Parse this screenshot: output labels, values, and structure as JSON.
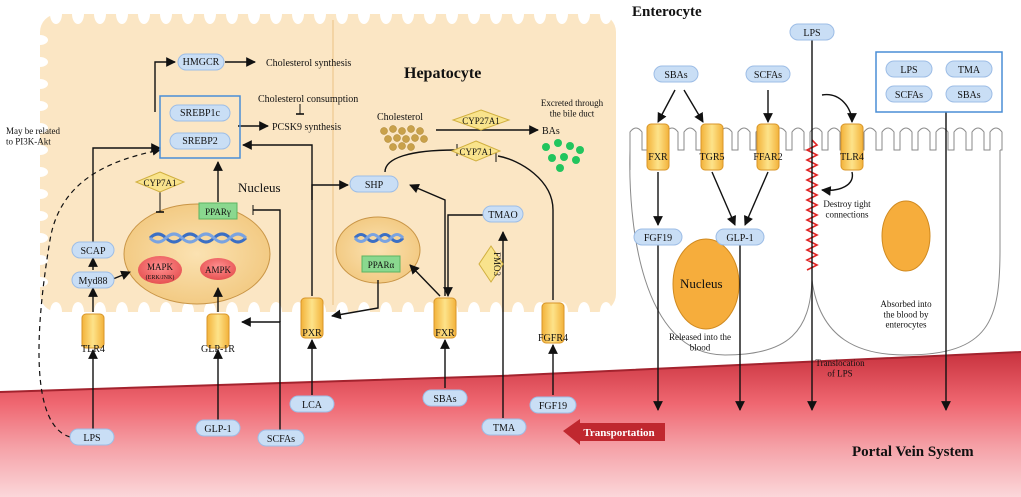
{
  "titles": {
    "hepatocyte": "Hepatocyte",
    "enterocyte": "Enterocyte",
    "portal": "Portal Vein System",
    "nucleus_hep": "Nucleus",
    "nucleus_ent": "Nucleus"
  },
  "hep": {
    "hmgcr": "HMGCR",
    "chol_synth": "Cholesterol synthesis",
    "chol_cons": "Cholesterol consumption",
    "pcsk9": "PCSK9 synthesis",
    "srebp1c": "SREBP1c",
    "srebp2": "SREBP2",
    "pi3k": "May be related\nto PI3K-Akt",
    "cyp7a1_left": "CYP7A1",
    "ppargamma": "PPARγ",
    "mapk": "MAPK",
    "mapk_sub": "(ERK/JNK)",
    "ampk": "AMPK",
    "scap": "SCAP",
    "myd88": "Myd88",
    "tlr4": "TLR4",
    "glp1r": "GLP-1R",
    "pxr": "PXR",
    "shp": "SHP",
    "pparalpha": "PPARα",
    "fxr": "FXR",
    "tmao": "TMAO",
    "fmo3": "FMO3",
    "fgfr4": "FGFR4",
    "cholesterol": "Cholesterol",
    "cyp27a1": "CYP27A1",
    "cyp7a1": "CYP7A1",
    "bas": "BAs",
    "excreted": "Excreted through\nthe bile duct"
  },
  "bottom": {
    "lps": "LPS",
    "glp1": "GLP-1",
    "scfas": "SCFAs",
    "lca": "LCA",
    "sbas": "SBAs",
    "tma": "TMA",
    "fgf19": "FGF19",
    "transport": "Transportation"
  },
  "ent": {
    "lps_top": "LPS",
    "sbas": "SBAs",
    "scfas": "SCFAs",
    "fxr": "FXR",
    "tgr5": "TGR5",
    "ffar2": "FFAR2",
    "tlr4": "TLR4",
    "destroy": "Destroy tight\nconnections",
    "fgf19": "FGF19",
    "glp1": "GLP-1",
    "released": "Released into the\nblood",
    "translocation": "Translocation\nof LPS",
    "absorbed": "Absorbed into\nthe blood by\nenterocytes",
    "box_lps": "LPS",
    "box_tma": "TMA",
    "box_scfas": "SCFAs",
    "box_sbas": "SBAs"
  },
  "colors": {
    "cell_fill": "#fbe6c4",
    "nucleus_fill": "#f7d59a",
    "pill_fill": "#c9def5",
    "receptor_fill": "#fcd766",
    "vein_red": "#e8525f",
    "green_box": "#8ad88f",
    "red_pill": "#ef5a5a",
    "blue_box_stroke": "#4a8ed6"
  }
}
